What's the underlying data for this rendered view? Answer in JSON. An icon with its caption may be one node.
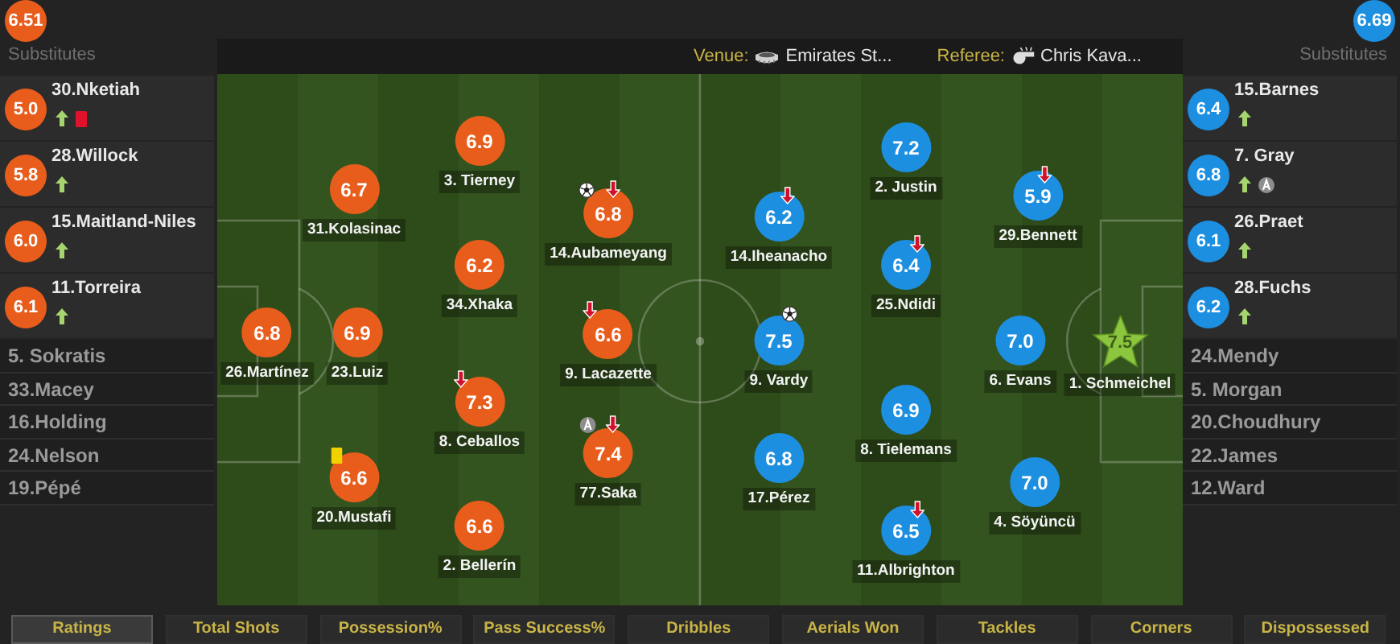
{
  "diagram": {
    "nodes": [
      {
        "text": [
          "6.51"
        ]
      },
      {
        "text": [
          "6.69"
        ]
      },
      {
        "text": [
          "5.0"
        ],
        "beside": [
          "30.Nketiah"
        ]
      },
      {
        "text": [
          "5.8"
        ],
        "beside": [
          "28.Willock"
        ]
      },
      {
        "text": [
          "6.0"
        ],
        "beside": [
          "15.Maitland-Niles"
        ]
      },
      {
        "text": [
          "6.1"
        ],
        "beside": [
          "11.Torreira"
        ]
      },
      {
        "text": [
          "6.8"
        ],
        "beside": [
          "26.Martínez"
        ]
      },
      {
        "text": [
          "6.7"
        ],
        "beside": [
          "31.Kolasinac"
        ]
      },
      {
        "text": [
          "6.9"
        ],
        "beside": [
          "23.Luiz"
        ]
      },
      {
        "text": [
          "6.6"
        ],
        "beside": [
          "20.Mustafi"
        ]
      },
      {
        "text": [
          "6.9"
        ],
        "beside": [
          "3. Tierney"
        ]
      },
      {
        "text": [
          "6.2"
        ],
        "beside": [
          "34.Xhaka"
        ]
      },
      {
        "text": [
          "7.3"
        ],
        "beside": [
          "8. Ceballos"
        ]
      },
      {
        "text": [
          "6.6"
        ],
        "beside": [
          "2. Bellerín"
        ]
      },
      {
        "text": [
          "6.8"
        ],
        "beside": [
          "14.Aubameyang"
        ]
      },
      {
        "text": [
          "6.6"
        ],
        "beside": [
          "9. Lacazette"
        ]
      },
      {
        "text": [
          "7.4"
        ],
        "beside": [
          "77.Saka"
        ]
      },
      {
        "text": [
          "6.2"
        ],
        "beside": [
          "14.Iheanacho"
        ]
      },
      {
        "text": [
          "7.5"
        ],
        "beside": [
          "9. Vardy"
        ]
      },
      {
        "text": [
          "6.8"
        ],
        "beside": [
          "17.Pérez"
        ]
      },
      {
        "text": [
          "7.2"
        ],
        "beside": [
          "2. Justin"
        ]
      },
      {
        "text": [
          "6.4"
        ],
        "beside": [
          "25.Ndidi"
        ]
      },
      {
        "text": [
          "6.9"
        ],
        "beside": [
          "8. Tielemans"
        ]
      },
      {
        "text": [
          "6.5"
        ],
        "beside": [
          "11.Albrighton"
        ]
      },
      {
        "text": [
          "5.9"
        ],
        "beside": [
          "29.Bennett"
        ]
      },
      {
        "text": [
          "7.0"
        ],
        "beside": [
          "6. Evans"
        ]
      },
      {
        "text": [
          "7.0"
        ],
        "beside": [
          "4. Söyüncü"
        ]
      },
      {
        "text": [
          "7.5"
        ],
        "beside": [
          "1. Schmeichel"
        ]
      },
      {
        "text": [
          "6.4"
        ],
        "beside": [
          "15.Barnes"
        ]
      },
      {
        "text": [
          "6.8"
        ],
        "beside": [
          "7. Gray"
        ]
      },
      {
        "text": [
          "6.1"
        ],
        "beside": [
          "26.Praet"
        ]
      },
      {
        "text": [
          "6.2"
        ],
        "beside": [
          "28.Fuchs"
        ]
      }
    ],
    "labels": [
      "Substitutes",
      "Venue:",
      "Emirates St...",
      "Referee:",
      "Chris Kava...",
      "Substitutes",
      "5. Sokratis",
      "33.Macey",
      "16.Holding",
      "24.Nelson",
      "19.Pépé",
      "24.Mendy",
      "5. Morgan",
      "20.Choudhury",
      "22.James",
      "12.Ward",
      "Ratings",
      "Total Shots",
      "Possession%",
      "Pass Success%",
      "Dribbles",
      "Aerials Won",
      "Tackles",
      "Corners",
      "Dispossessed"
    ]
  }
}
